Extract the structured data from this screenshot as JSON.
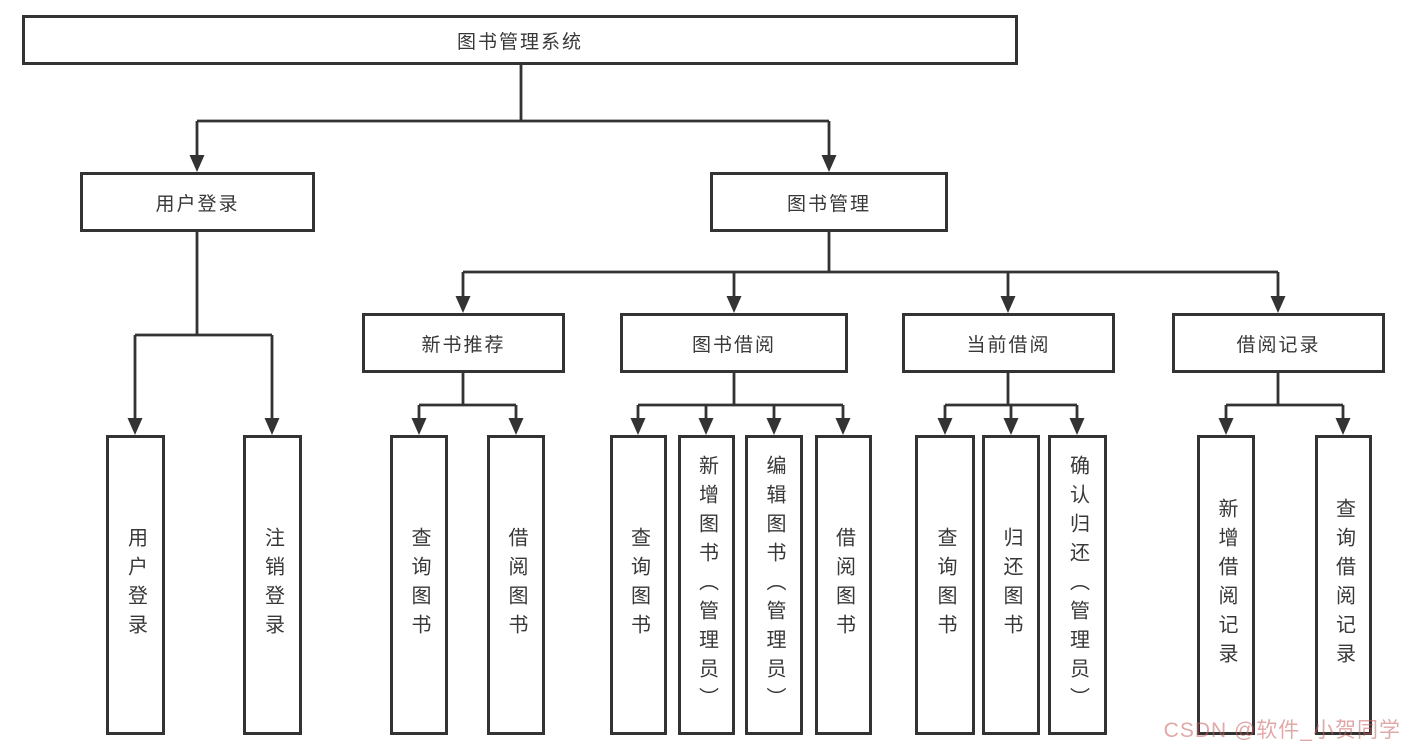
{
  "diagram": {
    "nodes": {
      "root": "图书管理系统",
      "user_login": "用户登录",
      "book_mgmt": "图书管理",
      "new_book_rec": "新书推荐",
      "book_borrow": "图书借阅",
      "current_borrow": "当前借阅",
      "borrow_record": "借阅记录",
      "leaf_user_login": "用户登录",
      "leaf_logout": "注销登录",
      "leaf_query_book_1": "查询图书",
      "leaf_borrow_book_1": "借阅图书",
      "leaf_query_book_2": "查询图书",
      "leaf_add_book": "新增图书（管理员）",
      "leaf_edit_book": "编辑图书（管理员）",
      "leaf_borrow_book_2": "借阅图书",
      "leaf_query_book_3": "查询图书",
      "leaf_return_book": "归还图书",
      "leaf_confirm_return": "确认归还（管理员）",
      "leaf_add_record": "新增借阅记录",
      "leaf_query_record": "查询借阅记录"
    }
  },
  "watermark": {
    "text": "CSDN @软件_小贺同学",
    "color": "rgba(201,96,96,0.55)"
  },
  "colors": {
    "line": "#333333",
    "box_border": "#333333",
    "text": "#383838",
    "background": "#ffffff"
  }
}
